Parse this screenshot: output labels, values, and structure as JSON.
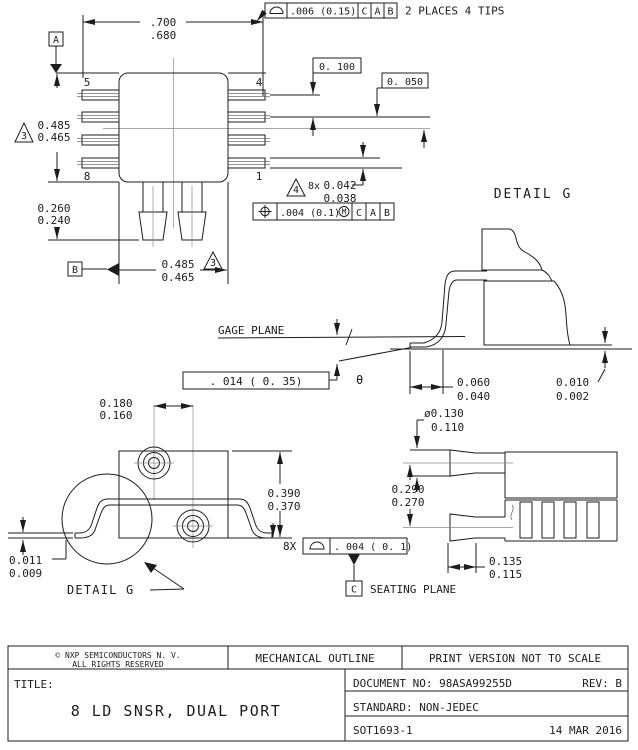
{
  "annotations": {
    "pins": {
      "p5": "5",
      "p4": "4",
      "p8": "8",
      "p1": "1"
    },
    "dim_top_width": {
      "upper": ".700",
      "lower": ".680"
    },
    "fcf_profile_top": {
      "tolerance": ".006 (0.15)",
      "d1": "C",
      "d2": "A",
      "d3": "B",
      "note": "2 PLACES 4 TIPS"
    },
    "dim_pitch": "0. 100",
    "dim_offset": "0. 050",
    "dim_body_height": {
      "upper": "0.485",
      "lower": "0.465",
      "flag": "3"
    },
    "dim_port_drop": {
      "upper": "0.260",
      "lower": "0.240"
    },
    "datum_a": "A",
    "datum_b": "B",
    "datum_c": "C",
    "dim_body_width": {
      "upper": "0.485",
      "lower": "0.465",
      "flag": "3"
    },
    "dim_lead_width": {
      "flag": "4",
      "count": "8x",
      "upper": "0.042",
      "lower": "0.038"
    },
    "fcf_position": {
      "tolerance": ".004 (0.1)",
      "modifier": "M",
      "d1": "C",
      "d2": "A",
      "d3": "B"
    },
    "detail_title": "DETAIL G",
    "gage_plane": "GAGE PLANE",
    "dim_gage": ". 014 ( 0. 35)",
    "theta": "θ",
    "dim_foot": {
      "upper": "0.060",
      "lower": "0.040"
    },
    "dim_standoff": {
      "upper": "0.010",
      "lower": "0.002"
    },
    "dim_port_pitch_x": {
      "upper": "0.180",
      "lower": "0.160"
    },
    "dim_port_dia": {
      "upper": "ø0.130",
      "lower": "0.110"
    },
    "dim_front_height": {
      "upper": "0.390",
      "lower": "0.370"
    },
    "dim_port_pitch_y": {
      "upper": "0.290",
      "lower": "0.270"
    },
    "dim_lead_thickness": {
      "upper": "0.011",
      "lower": "0.009"
    },
    "detail_label": "DETAIL G",
    "fcf_seating": {
      "count": "8X",
      "tolerance": ". 004 ( 0. 1)"
    },
    "seating_plane": "SEATING PLANE",
    "dim_barb": {
      "upper": "0.135",
      "lower": "0.115"
    }
  },
  "title_block": {
    "copyright1": "© NXP SEMICONDUCTORS N. V.",
    "copyright2": "ALL RIGHTS RESERVED",
    "doc_type": "MECHANICAL OUTLINE",
    "scale_note": "PRINT VERSION NOT TO SCALE",
    "title_label": "TITLE:",
    "title": "8 LD SNSR,  DUAL PORT",
    "document_no": "DOCUMENT NO: 98ASA99255D",
    "rev": "REV: B",
    "standard": "STANDARD: NON-JEDEC",
    "outline_id": "SOT1693-1",
    "date": "14 MAR 2016"
  }
}
